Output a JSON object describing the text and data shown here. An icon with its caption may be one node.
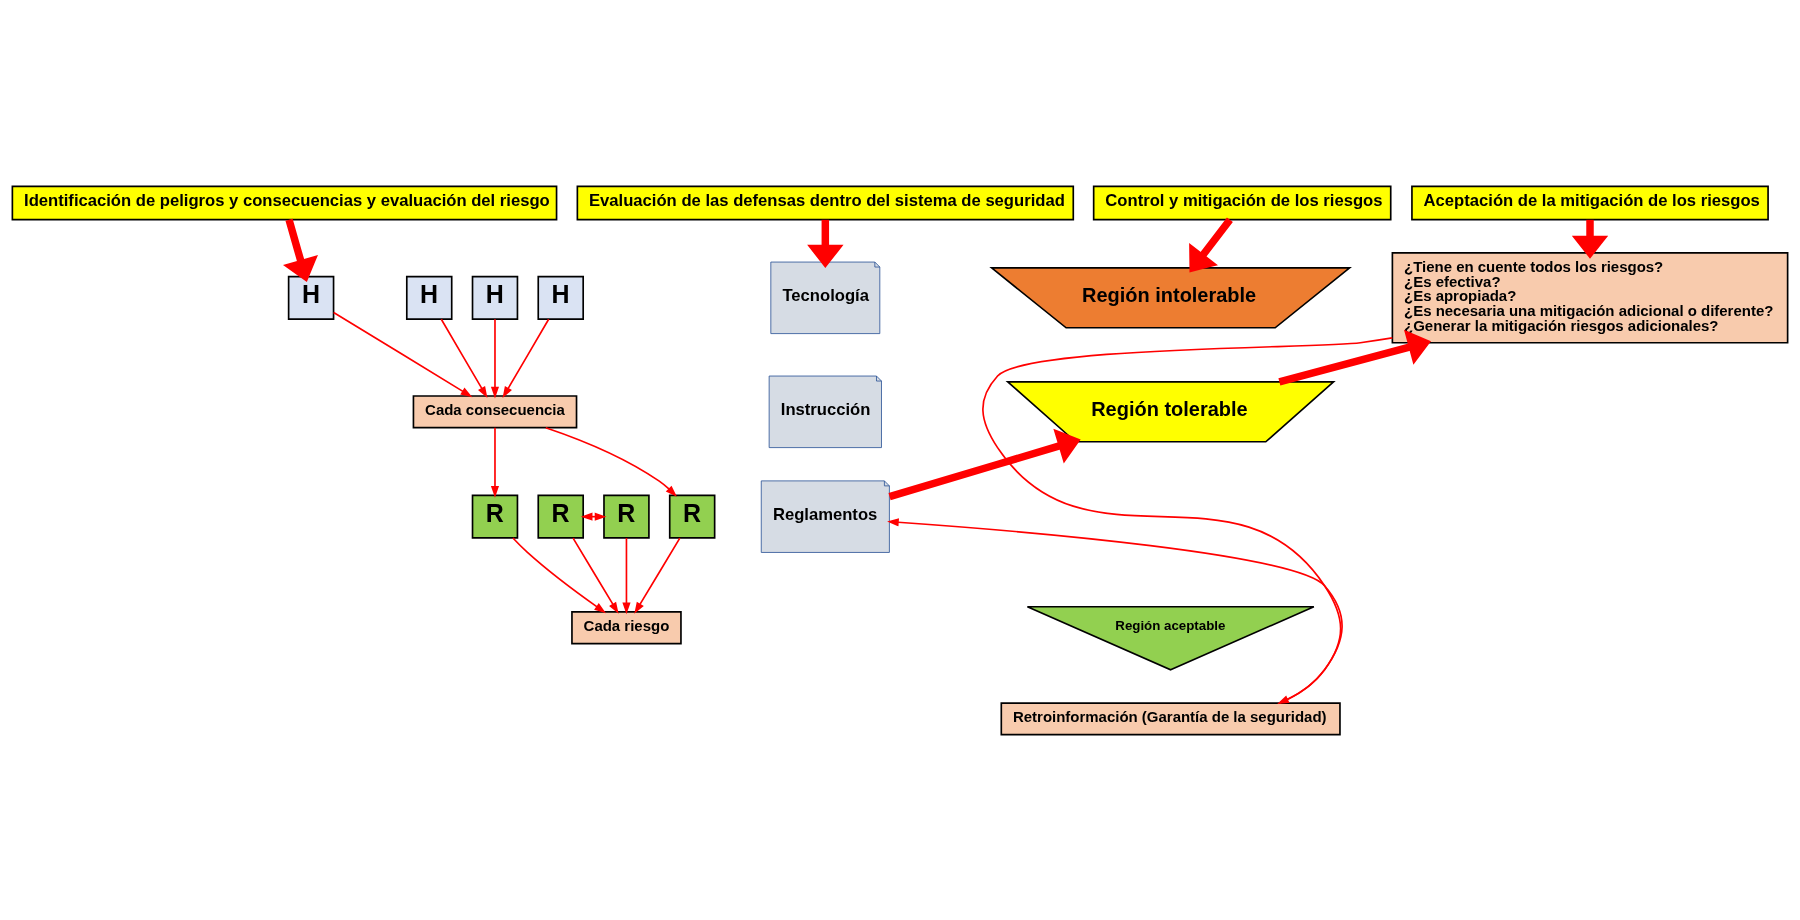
{
  "diagram": {
    "nodes": [
      {
        "text": [
          "Identificación de peligros y consecuencias y evaluación del riesgo"
        ]
      },
      {
        "text": [
          "Evaluación de las defensas dentro del sistema de seguridad"
        ]
      },
      {
        "text": [
          "Control y mitigación de los riesgos"
        ]
      },
      {
        "text": [
          "Aceptación de la mitigación de los riesgos"
        ]
      },
      {
        "text": [
          "H"
        ]
      },
      {
        "text": [
          "H"
        ]
      },
      {
        "text": [
          "H"
        ]
      },
      {
        "text": [
          "H"
        ]
      },
      {
        "text": [
          "Cada consecuencia"
        ]
      },
      {
        "text": [
          "R"
        ]
      },
      {
        "text": [
          "R"
        ]
      },
      {
        "text": [
          "R"
        ]
      },
      {
        "text": [
          "R"
        ]
      },
      {
        "text": [
          "Cada riesgo"
        ]
      },
      {
        "text": [
          "Tecnología"
        ]
      },
      {
        "text": [
          "Instrucción"
        ]
      },
      {
        "text": [
          "Reglamentos"
        ]
      },
      {
        "text": [
          "Región intolerable"
        ]
      },
      {
        "text": [
          "Región tolerable"
        ]
      },
      {
        "text": [
          "Región aceptable"
        ]
      },
      {
        "text": [
          "¿Tiene en cuente todos los riesgos?",
          "¿Es efectiva?",
          "¿Es apropiada?",
          "¿Es necesaria una mitigación adicional o diferente?",
          "¿Generar la mitigación riesgos adicionales?"
        ]
      },
      {
        "text": [
          "Retroinformación (Garantía de la seguridad)"
        ]
      }
    ],
    "edges": [
      {
        "from": 0,
        "to": 4,
        "arrow": "to",
        "style": "thick"
      },
      {
        "from": 1,
        "to": 14,
        "arrow": "to",
        "style": "thick"
      },
      {
        "from": 2,
        "to": 17,
        "arrow": "to",
        "style": "thick"
      },
      {
        "from": 3,
        "to": 20,
        "arrow": "to",
        "style": "thick"
      },
      {
        "from": 4,
        "to": 8,
        "arrow": "to"
      },
      {
        "from": 5,
        "to": 8,
        "arrow": "to"
      },
      {
        "from": 6,
        "to": 8,
        "arrow": "to"
      },
      {
        "from": 7,
        "to": 8,
        "arrow": "to"
      },
      {
        "from": 8,
        "to": 9,
        "arrow": "to"
      },
      {
        "from": 8,
        "to": 12,
        "arrow": "to"
      },
      {
        "from": 10,
        "to": 11,
        "arrow": "both"
      },
      {
        "from": 9,
        "to": 13,
        "arrow": "to"
      },
      {
        "from": 10,
        "to": 13,
        "arrow": "to"
      },
      {
        "from": 11,
        "to": 13,
        "arrow": "to"
      },
      {
        "from": 12,
        "to": 13,
        "arrow": "to"
      },
      {
        "from": 16,
        "to": 18,
        "arrow": "to",
        "style": "thick"
      },
      {
        "from": 18,
        "to": 20,
        "arrow": "to",
        "style": "thick"
      },
      {
        "from": 20,
        "to": 21,
        "arrow": "to"
      },
      {
        "from": 21,
        "to": 16,
        "arrow": "to"
      }
    ]
  }
}
